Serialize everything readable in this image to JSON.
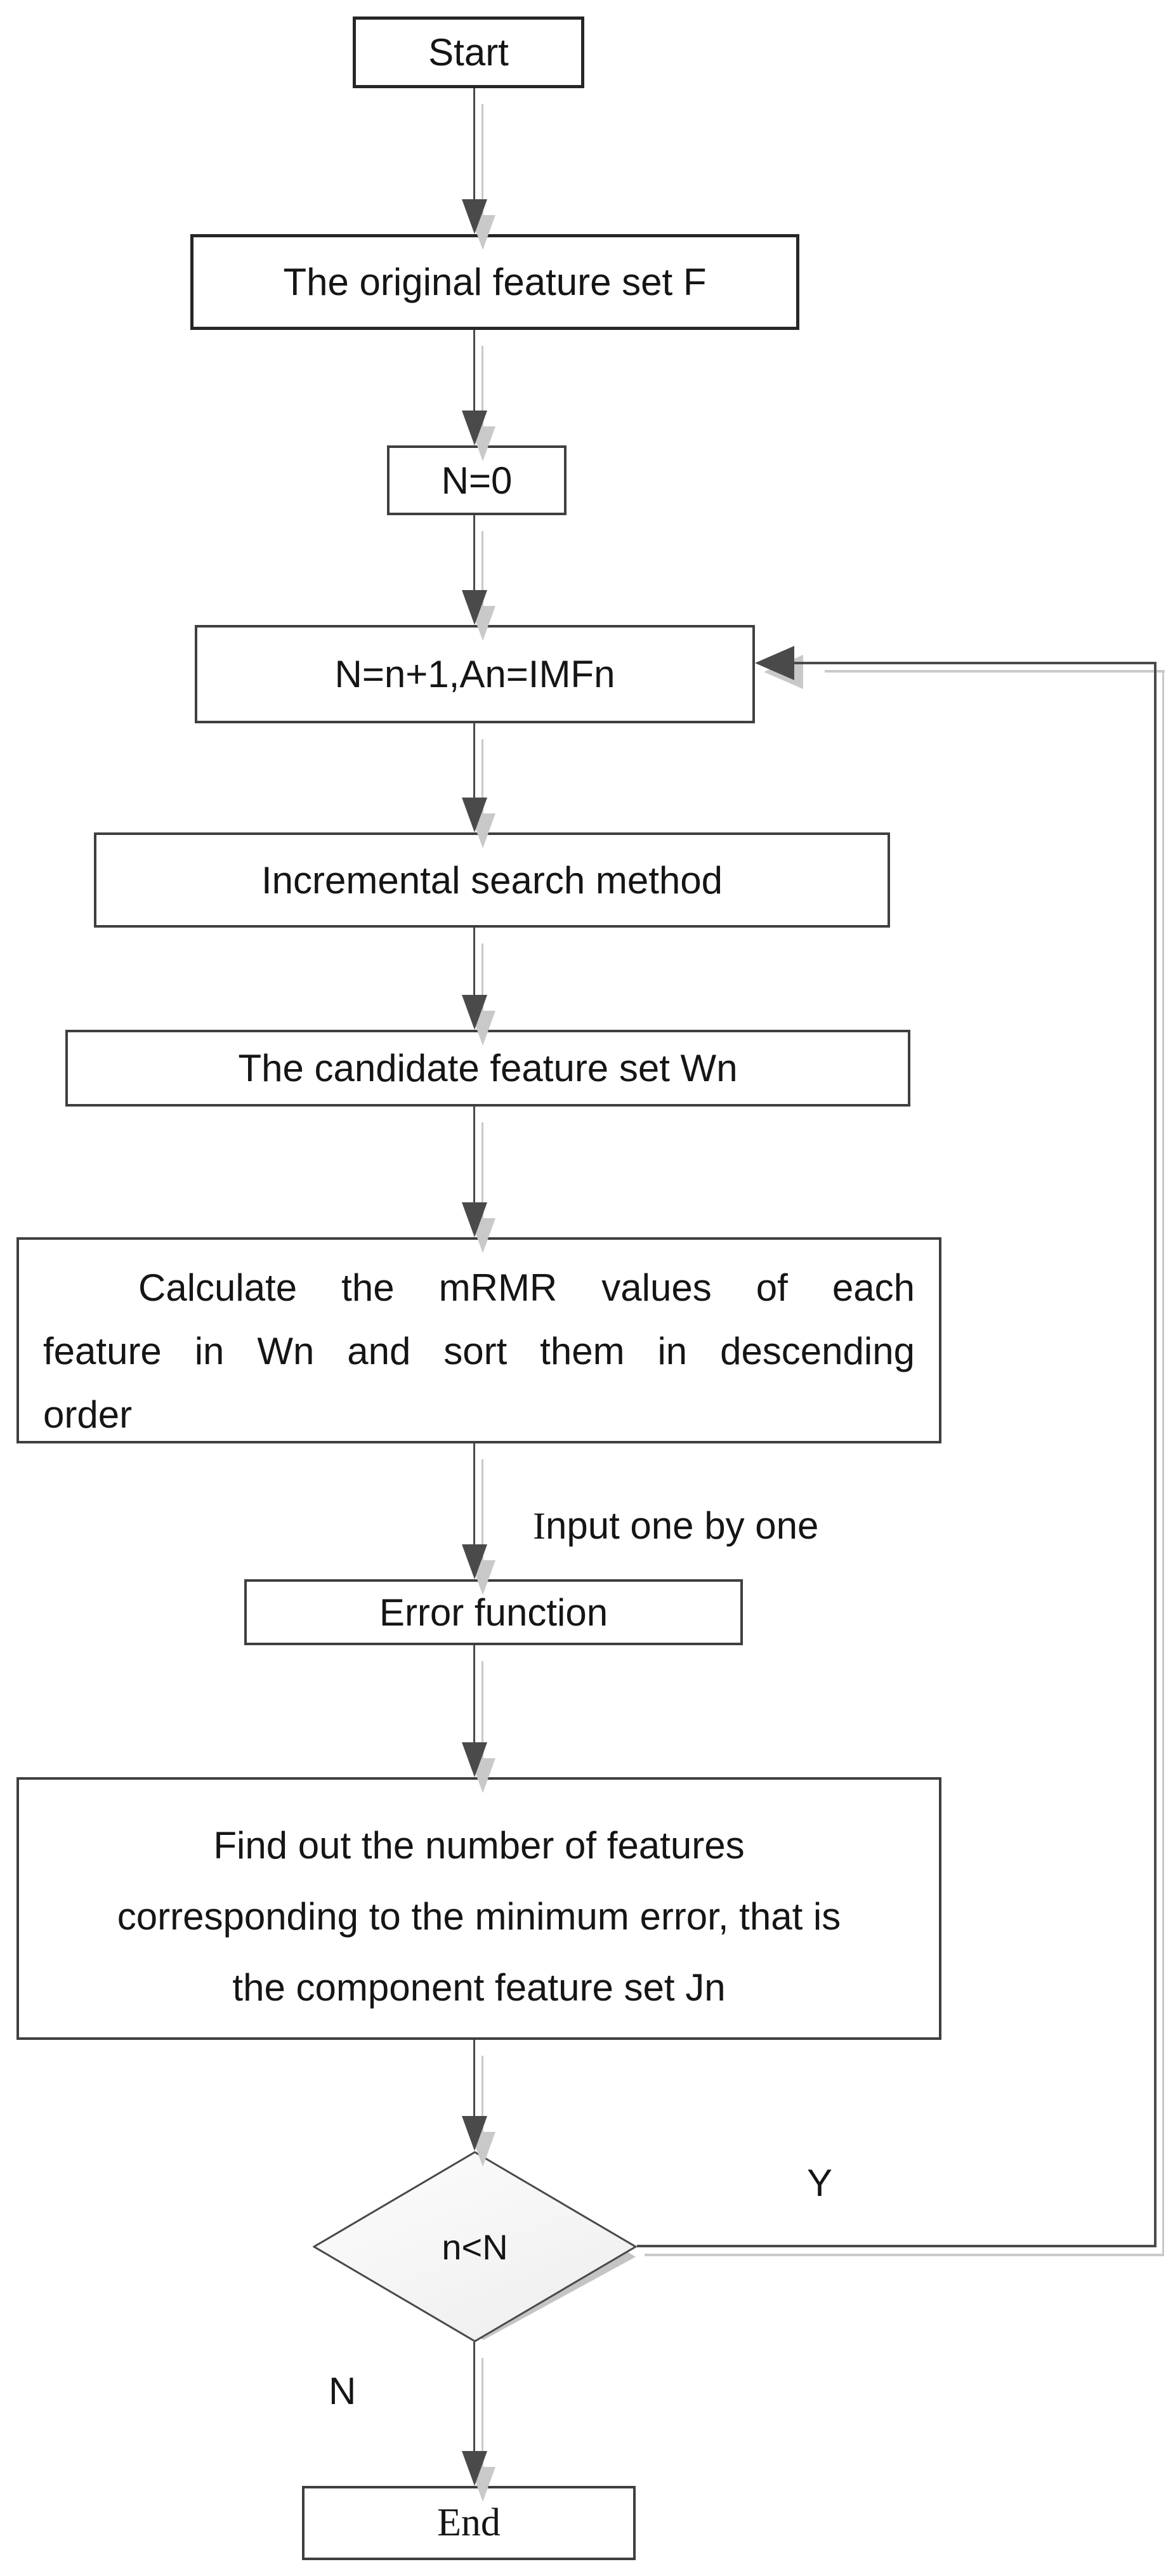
{
  "diagram": {
    "colors": {
      "line": "#4a4a4a",
      "shadow": "#c9c9c9",
      "border": "#3f3f3f",
      "strong_border": "#262626",
      "text": "#151515",
      "bg": "#ffffff",
      "diamond_fill_top": "#fdfdfd",
      "diamond_fill_bottom": "#efefef"
    },
    "nodes": {
      "start": {
        "label": "Start"
      },
      "original_feature_set": {
        "label": "The original feature set F"
      },
      "init_n": {
        "label": "N=0"
      },
      "increment_n": {
        "label": "N=n+1,An=IMFn"
      },
      "incremental_search": {
        "label": "Incremental search method"
      },
      "candidate_feature_set": {
        "label": "The candidate feature set Wn"
      },
      "calculate_mrmr": {
        "lines": [
          "Calculate the mRMR values of each",
          "feature in Wn and sort them in descending",
          "order"
        ]
      },
      "error_function": {
        "label": "Error function"
      },
      "find_minimum": {
        "lines": [
          "Find out the number of features",
          "corresponding to the minimum error, that is",
          "the component feature set Jn"
        ]
      },
      "decision": {
        "label": "n<N"
      },
      "end": {
        "label": "End"
      }
    },
    "edge_labels": {
      "input_one_by_one": "Input one by one",
      "yes": "Y",
      "no": "N"
    }
  }
}
